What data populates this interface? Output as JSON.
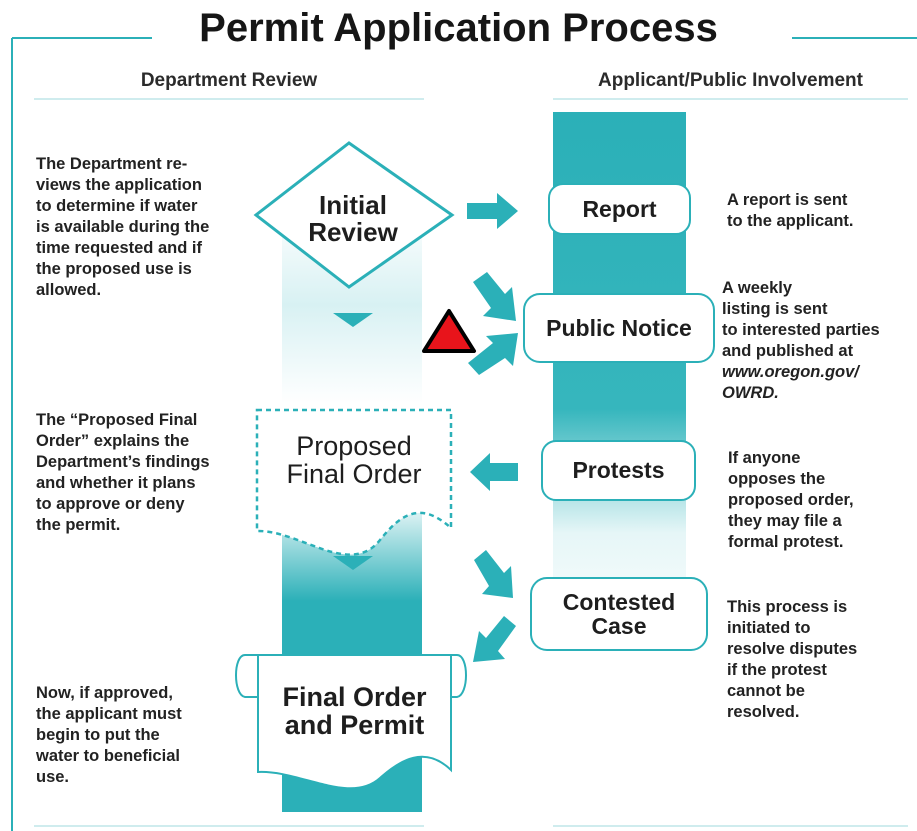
{
  "title": "Permit Application Process",
  "columns": {
    "left": "Department Review",
    "right": "Applicant/Public Involvement"
  },
  "nodes": {
    "initial_review": [
      "Initial",
      "Review"
    ],
    "report": "Report",
    "public_notice": "Public Notice",
    "proposed_final_order": [
      "Proposed",
      "Final Order"
    ],
    "protests": "Protests",
    "contested_case": [
      "Contested",
      "Case"
    ],
    "final_order": [
      "Final Order",
      "and Permit"
    ]
  },
  "left_notes": {
    "initial": [
      "The Department re-",
      "views the application",
      "to determine if water",
      "is available during the",
      "time requested and if",
      "the proposed use is",
      "allowed."
    ],
    "proposed": [
      "The “Proposed Final",
      "Order” explains the",
      "Department’s findings",
      "and whether it plans",
      "to approve or deny",
      "the permit."
    ],
    "final": [
      "Now, if approved,",
      "the applicant must",
      "begin to put the",
      "water to beneficial",
      "use."
    ]
  },
  "right_notes": {
    "report": [
      "A report is sent",
      "to the applicant."
    ],
    "public_notice_lines": [
      "A weekly",
      "listing is sent",
      "to interested parties",
      "and published at"
    ],
    "public_notice_url": [
      "www.oregon.gov/",
      "OWRD."
    ],
    "protests": [
      "If anyone",
      "opposes the",
      "proposed order,",
      "they may file a",
      "formal protest."
    ],
    "contested": [
      "This process is",
      "initiated  to",
      "resolve disputes",
      "if the protest",
      "cannot be",
      "resolved."
    ]
  },
  "colors": {
    "teal": "#2bb0b8",
    "teal_light": "#d8f1f3",
    "marker_red": "#e8141b"
  }
}
